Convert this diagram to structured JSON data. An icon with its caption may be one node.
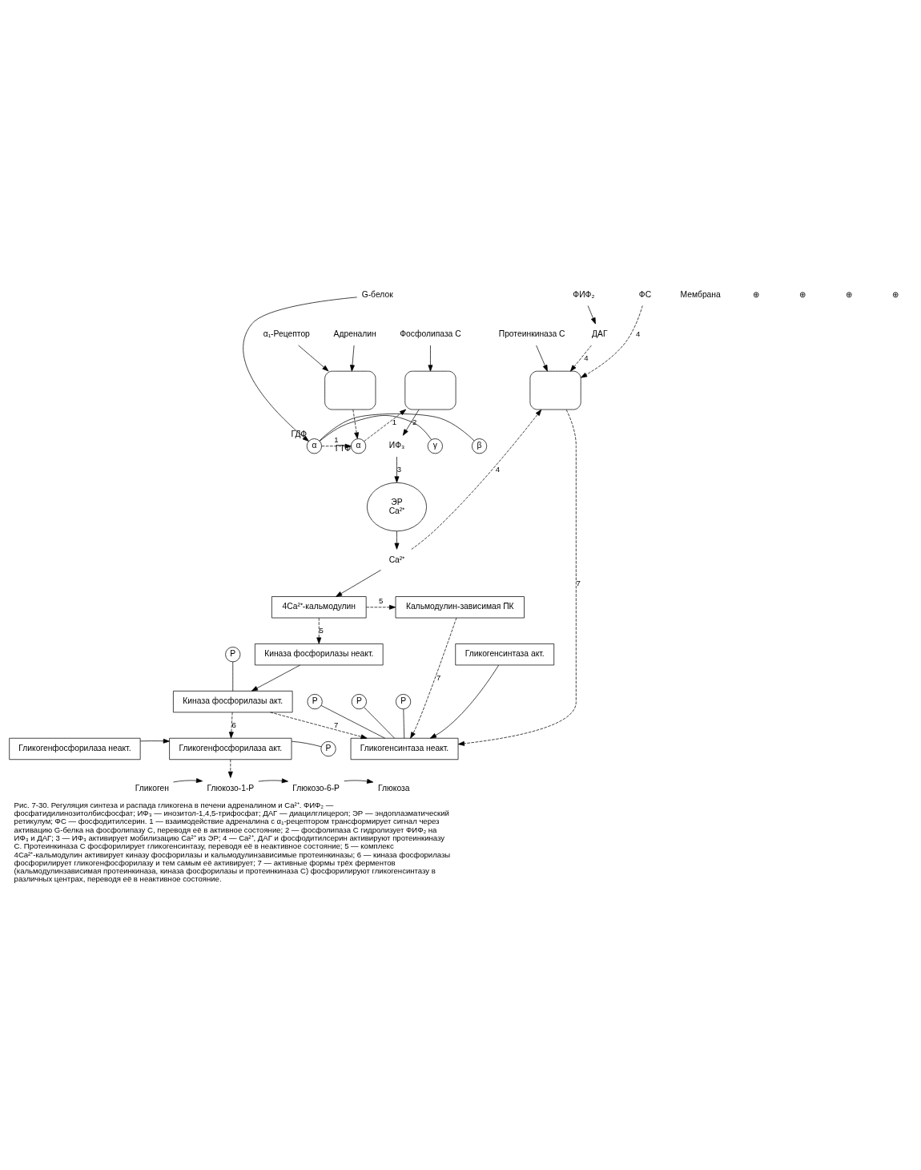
{
  "diagram": {
    "caption": "Рис. 7-30. Регуляция синтеза и распада гликогена в печени адреналином и Ca²⁺. ФИФ₂ — фосфатидилинозитолбисфосфат; ИФ₃ — инозитол-1,4,5-трифосфат; ДАГ — диацилглицерол; ЭР — эндоплазматический ретикулум; ФС — фосфодитилсерин. 1 — взаимодействие адреналина с α₁-рецептором трансформирует сигнал через активацию G-белка на фосфолипазу С, переводя её в активное состояние; 2 — фосфолипаза С гидролизует ФИФ₂ на ИФ₃ и ДАГ; 3 — ИФ₃ активирует мобилизацию Ca²⁺ из ЭР; 4 — Ca²⁺, ДАГ и фосфодитилсерин активируют протеинкиназу С. Протеинкиназа С фосфорилирует гликогенсинтазу, переводя её в неактивное состояние; 5 — комплекс 4Ca²⁺-кальмодулин активирует киназу фосфорилазы и кальмодулинзависимые протеинкиназы; 6 — киназа фосфорилазы фосфорилирует гликогенфосфорилазу и тем самым её активирует; 7 — активные формы трёх ферментов (кальмодулинзависимая протеинкиназа, киназа фосфорилазы и протеинкиназа С) фосфорилируют гликогенсинтазу в различных центрах, переводя её в неактивное состояние.",
    "nodes": [
      {
        "text": [
          "Адреналин"
        ]
      },
      {
        "text": [],
        "shape": "box"
      },
      {
        "text": [
          "α₁-Рецептор"
        ]
      },
      {
        "text": [
          "G-белок"
        ]
      },
      {
        "text": [
          "γ"
        ]
      },
      {
        "text": [
          "β"
        ]
      },
      {
        "text": [
          "α"
        ],
        "beside": [
          "ГДФ"
        ]
      },
      {
        "text": [
          "α"
        ],
        "beside": [
          "ГТФ"
        ]
      },
      {
        "text": [
          "Фосфолипаза С"
        ]
      },
      {
        "text": [],
        "shape": "box"
      },
      {
        "text": [
          "ФИФ₂"
        ]
      },
      {
        "text": [
          "ДАГ"
        ]
      },
      {
        "text": [
          "Протеинкиназа С"
        ]
      },
      {
        "text": [],
        "shape": "box"
      },
      {
        "text": [
          "ФС"
        ]
      },
      {
        "text": [
          "ИФ₃"
        ]
      },
      {
        "text": [
          "ЭР",
          "Ca²⁺"
        ]
      },
      {
        "text": [
          "Ca²⁺"
        ]
      },
      {
        "text": [
          "4Ca²⁺-кальмодулин"
        ]
      },
      {
        "text": [
          "Кальмодулин-зависимая ПК"
        ]
      },
      {
        "text": [
          "P"
        ]
      },
      {
        "text": [
          "P"
        ]
      },
      {
        "text": [
          "P"
        ]
      },
      {
        "text": [
          "Гликогенсинтаза неакт."
        ]
      },
      {
        "text": [
          "Киназа фосфорилазы неакт."
        ]
      },
      {
        "text": [
          "P"
        ]
      },
      {
        "text": [
          "Киназа фосфорилазы акт."
        ]
      },
      {
        "text": [
          "Гликогенсинтаза акт."
        ]
      },
      {
        "text": [
          "Гликогенфосфорилаза неакт."
        ]
      },
      {
        "text": [
          "P"
        ]
      },
      {
        "text": [
          "Гликогенфосфорилаза акт."
        ]
      },
      {
        "text": [
          "Гликоген"
        ]
      },
      {
        "text": [
          "Глюкозо-1-Р"
        ]
      },
      {
        "text": [
          "Глюкозо-6-Р"
        ]
      },
      {
        "text": [
          "Глюкоза"
        ]
      }
    ],
    "edges": [
      {
        "from": 0,
        "to": 1,
        "arrow": "to"
      },
      {
        "from": 2,
        "to": 1,
        "arrow": "to"
      },
      {
        "from": 3,
        "to": 6,
        "arrow": "to"
      },
      {
        "from": 4,
        "to": 6,
        "arrow": "none"
      },
      {
        "from": 5,
        "to": 6,
        "arrow": "none"
      },
      {
        "from": 1,
        "to": 7,
        "arrow": "to",
        "style": "dashed"
      },
      {
        "from": 6,
        "to": 7,
        "arrow": "to",
        "style": "dashed",
        "label": "1"
      },
      {
        "from": 7,
        "to": 9,
        "arrow": "to",
        "style": "dashed",
        "label": "1"
      },
      {
        "from": 8,
        "to": 9,
        "arrow": "to"
      },
      {
        "from": 10,
        "to": 11,
        "arrow": "to"
      },
      {
        "from": 9,
        "to": 15,
        "arrow": "to",
        "label": "2"
      },
      {
        "from": 11,
        "to": 13,
        "arrow": "to",
        "style": "dashed",
        "label": "4"
      },
      {
        "from": 12,
        "to": 13,
        "arrow": "to"
      },
      {
        "from": 14,
        "to": 13,
        "arrow": "to",
        "style": "dashed",
        "label": "4"
      },
      {
        "from": 15,
        "to": 16,
        "arrow": "to",
        "label": "3"
      },
      {
        "from": 16,
        "to": 17,
        "arrow": "to"
      },
      {
        "from": 17,
        "to": 13,
        "arrow": "to",
        "style": "dashed",
        "label": "4"
      },
      {
        "from": 17,
        "to": 18,
        "arrow": "to"
      },
      {
        "from": 18,
        "to": 19,
        "arrow": "to",
        "style": "dashed",
        "label": "5"
      },
      {
        "from": 18,
        "to": 24,
        "arrow": "to",
        "style": "dashed",
        "label": "5"
      },
      {
        "from": 20,
        "to": 23,
        "arrow": "none"
      },
      {
        "from": 21,
        "to": 23,
        "arrow": "none"
      },
      {
        "from": 22,
        "to": 23,
        "arrow": "none"
      },
      {
        "from": 13,
        "to": 23,
        "arrow": "to",
        "style": "dashed",
        "label": "7"
      },
      {
        "from": 19,
        "to": 23,
        "arrow": "to",
        "style": "dashed",
        "label": "7"
      },
      {
        "from": 26,
        "to": 23,
        "arrow": "to",
        "style": "dashed",
        "label": "7"
      },
      {
        "from": 27,
        "to": 23,
        "arrow": "to"
      },
      {
        "from": 24,
        "to": 26,
        "arrow": "to"
      },
      {
        "from": 25,
        "to": 26,
        "arrow": "none"
      },
      {
        "from": 26,
        "to": 30,
        "arrow": "to",
        "style": "dashed",
        "label": "6"
      },
      {
        "from": 28,
        "to": 30,
        "arrow": "to"
      },
      {
        "from": 29,
        "to": 30,
        "arrow": "none"
      },
      {
        "from": 30,
        "to": 32,
        "arrow": "to",
        "style": "dashed"
      },
      {
        "from": 31,
        "to": 32,
        "arrow": "to"
      },
      {
        "from": 32,
        "to": 33,
        "arrow": "to"
      },
      {
        "from": 33,
        "to": 34,
        "arrow": "to"
      }
    ],
    "labels": [
      "Мембрана",
      "⊕",
      "⊕",
      "⊕",
      "⊕"
    ]
  }
}
